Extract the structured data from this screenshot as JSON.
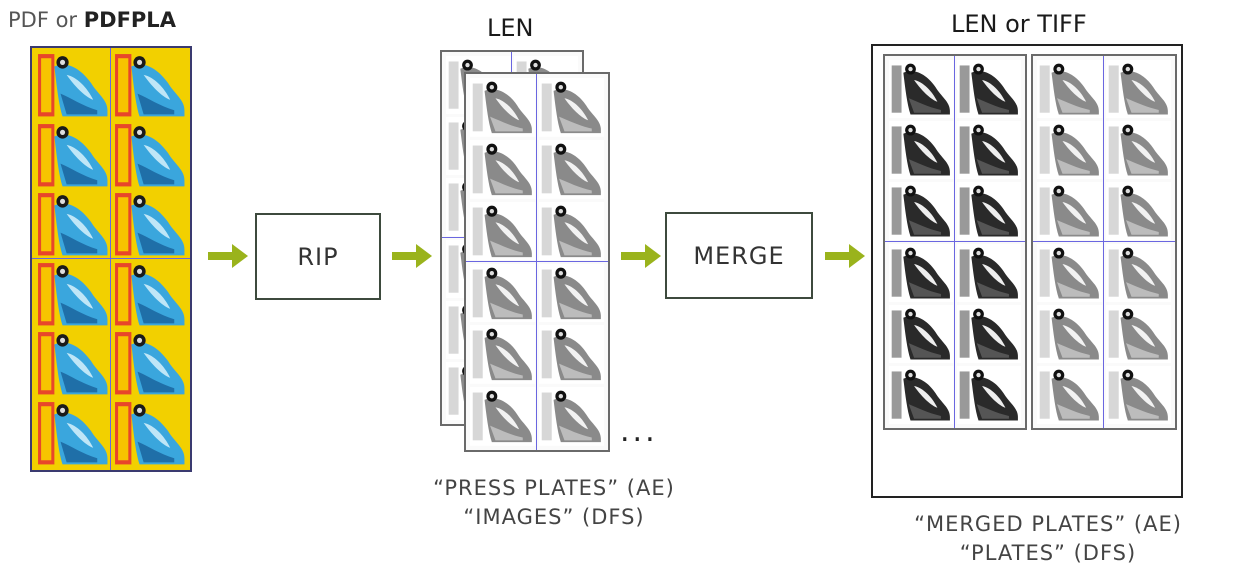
{
  "source": {
    "label_prefix": "PDF or ",
    "label_bold": "PDFPLA"
  },
  "steps": {
    "rip": "RIP",
    "merge": "MERGE"
  },
  "len": {
    "title": "LEN",
    "ellipsis": "...",
    "caption_line1": "“PRESS PLATES”  (AE)",
    "caption_line2": "“IMAGES”  (DFS)"
  },
  "merged": {
    "title": "LEN or TIFF",
    "caption_line1": "“MERGED PLATES”  (AE)",
    "caption_line2": "“PLATES” (DFS)"
  },
  "colors": {
    "arrow": "#9ab31c",
    "guide_lines": "#6a66e0",
    "label_yellow": "#f2d000",
    "shoe_blue": "#3aa6dd"
  },
  "icons": [
    "arrow-right-icon",
    "shoe-label-tile",
    "grayscale-shoe-tile"
  ],
  "sheet_grid": {
    "columns": 2,
    "rows": 6
  }
}
